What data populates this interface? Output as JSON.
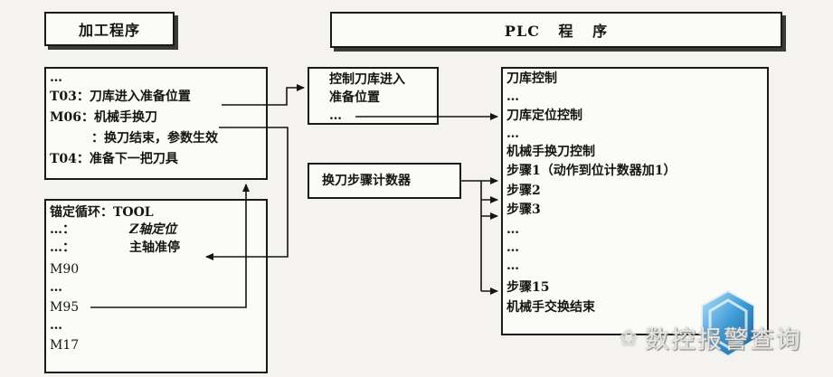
{
  "headers": {
    "left": "加工程序",
    "right": "PLC 程 序"
  },
  "program_box": {
    "lines": [
      "…",
      "T03：刀库进入准备位置",
      "M06：机械手换刀",
      "：换刀结束，参数生效",
      "T04：准备下一把刀具"
    ]
  },
  "fixed_cycle_box": {
    "lines": [
      "锚定循环：TOOL",
      "…：",
      "Z轴定位",
      "…：",
      "主轴准停",
      "M90",
      "…",
      "M95",
      "…",
      "M17"
    ]
  },
  "magazine_box": {
    "lines": [
      "控制刀库进入",
      "准备位置",
      "…"
    ]
  },
  "counter_box": {
    "label": "换刀步骤计数器"
  },
  "plc_box": {
    "lines": [
      "刀库控制",
      "…",
      "刀库定位控制",
      "…",
      "机械手换刀控制",
      "步骤1（动作到位计数器加1）",
      "步骤2",
      "步骤3",
      "…",
      "…",
      "…",
      "步骤15",
      "机械手交换结束"
    ]
  },
  "watermark": {
    "icon": "wechat-icon",
    "text": "数控报警查询"
  }
}
